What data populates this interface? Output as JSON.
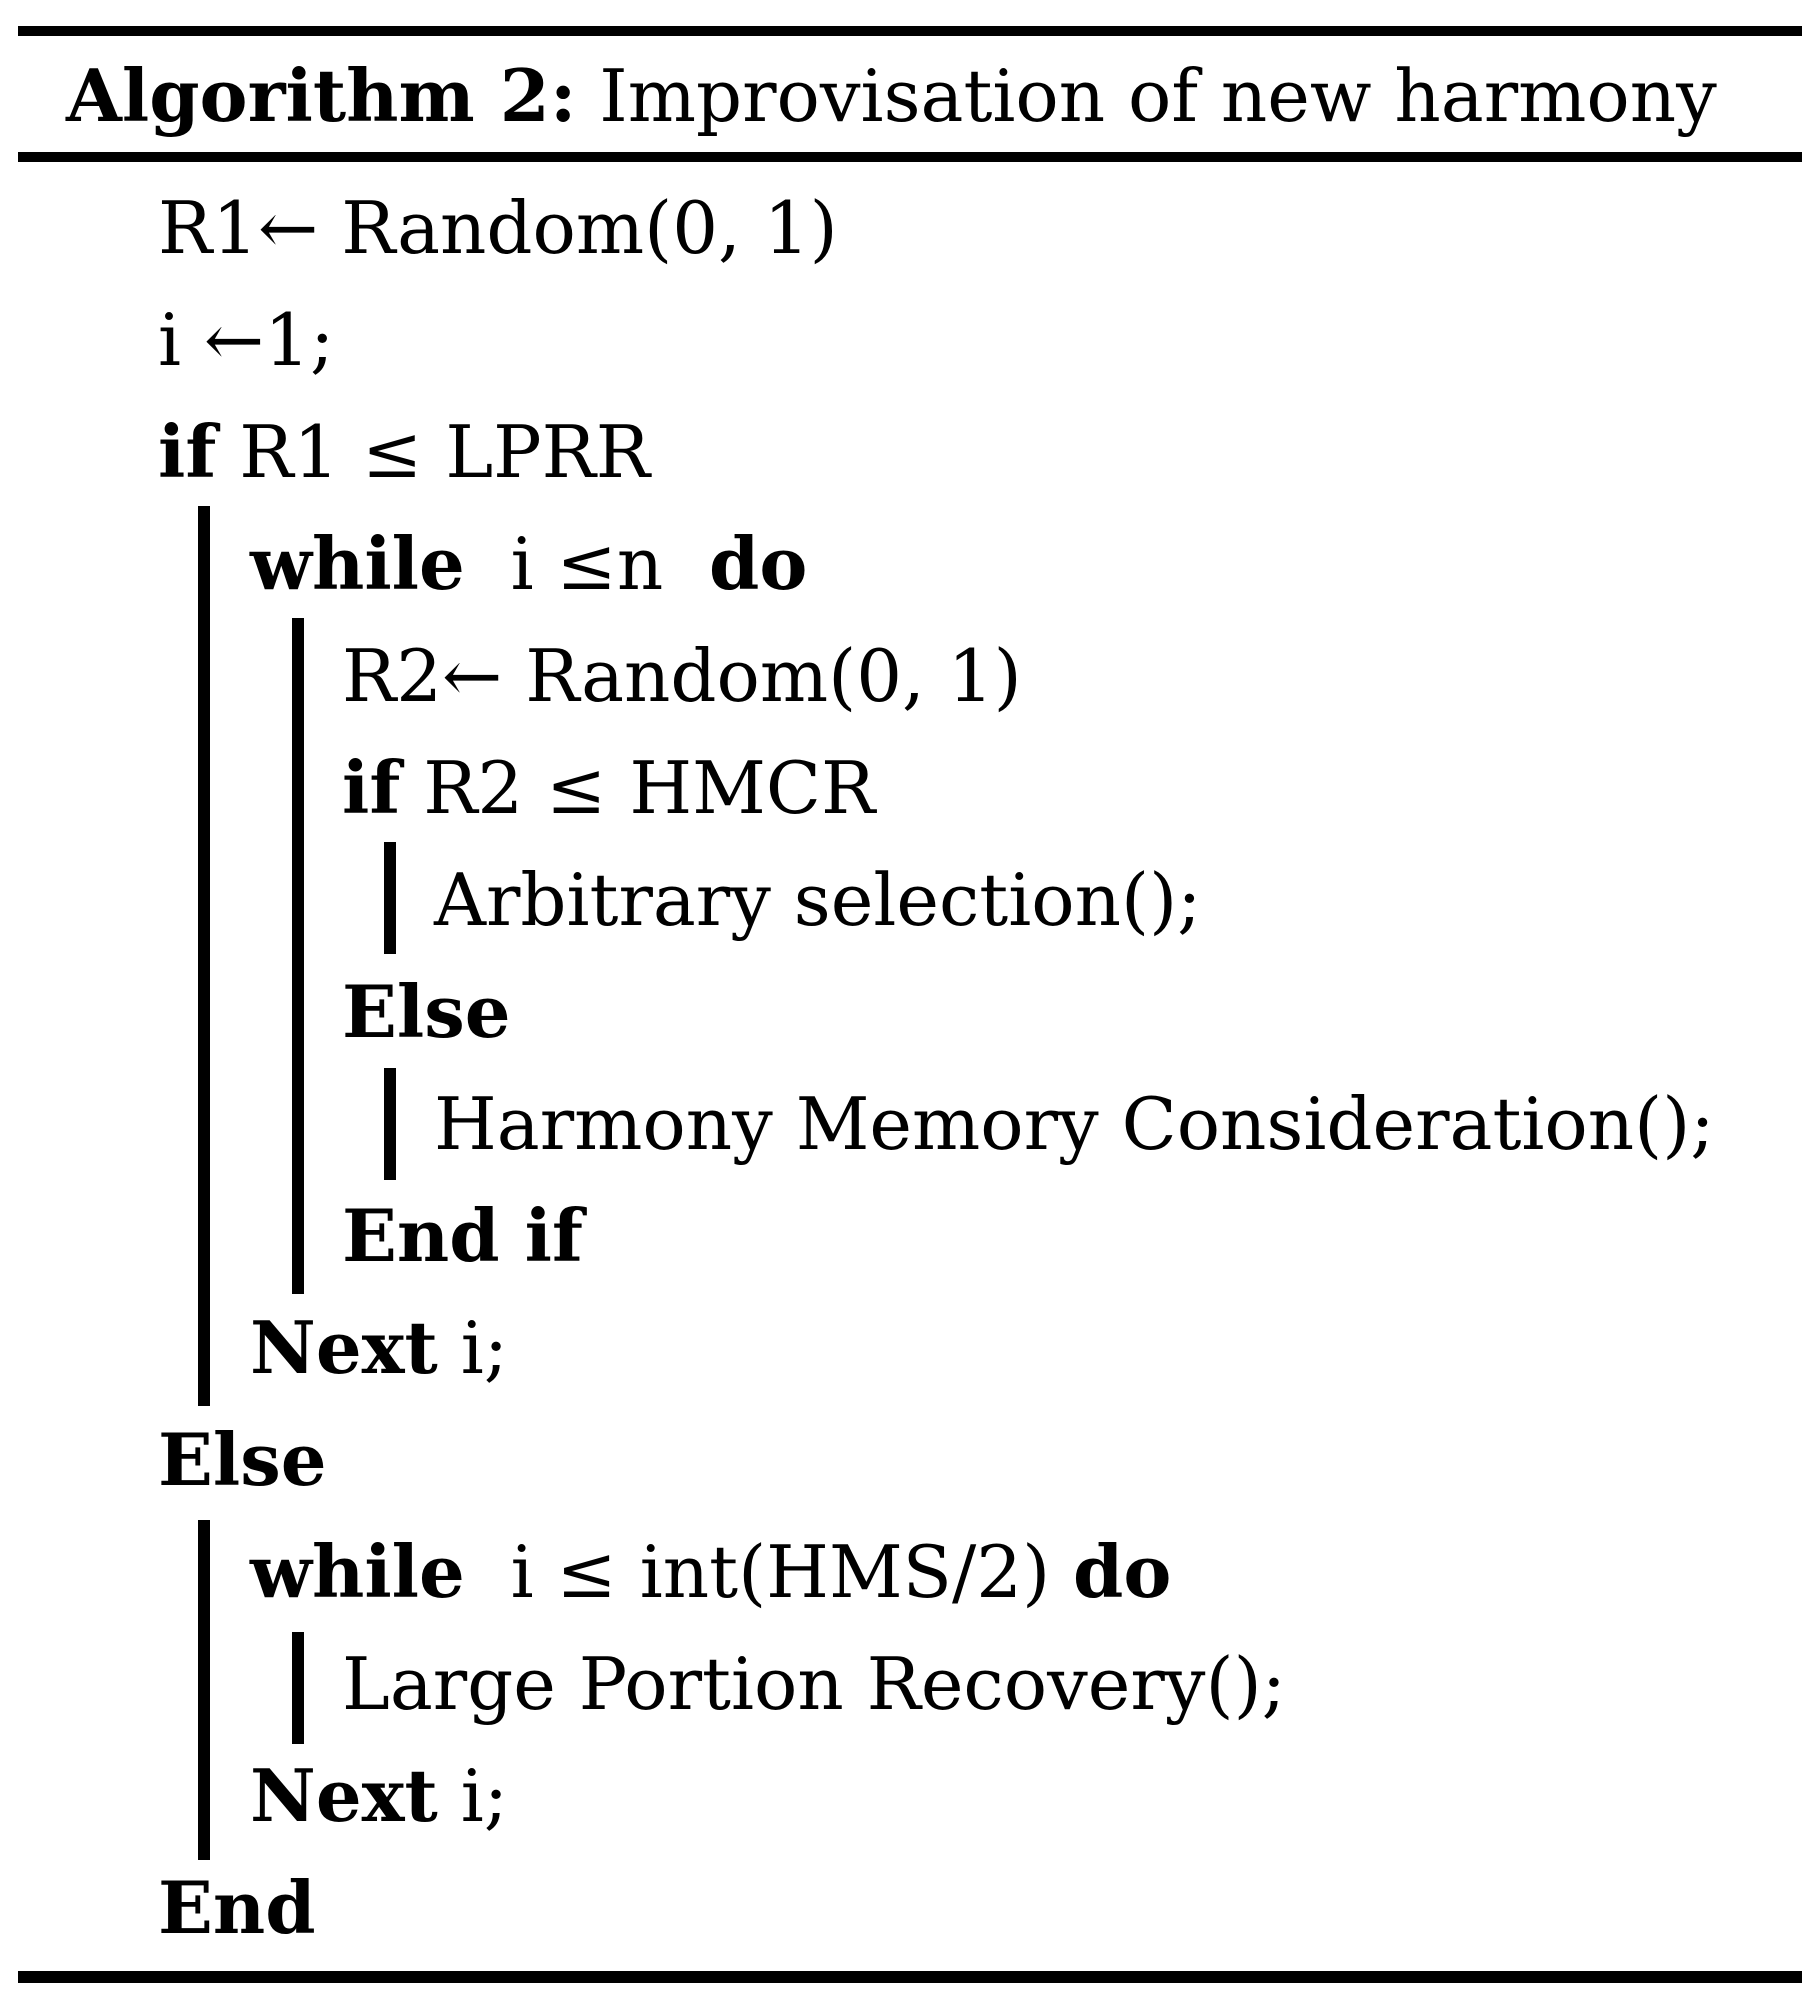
{
  "algorithm": {
    "label": "Algorithm 2:",
    "title": "Improvisation of new harmony"
  },
  "lines": [
    {
      "id": "l1",
      "kw": "",
      "text": "R1← Random(0, 1)",
      "kw_after": ""
    },
    {
      "id": "l2",
      "kw": "",
      "text": "i ←1;",
      "kw_after": ""
    },
    {
      "id": "l3",
      "kw": "if",
      "text": " R1 ≤ LPRR",
      "kw_after": ""
    },
    {
      "id": "l4",
      "kw": "while",
      "text": "  i ≤n  ",
      "kw_after": "do"
    },
    {
      "id": "l5",
      "kw": "",
      "text": "R2← Random(0, 1)",
      "kw_after": ""
    },
    {
      "id": "l6",
      "kw": "if",
      "text": " R2 ≤ HMCR",
      "kw_after": ""
    },
    {
      "id": "l7",
      "kw": "",
      "text": "Arbitrary selection();",
      "kw_after": ""
    },
    {
      "id": "l8",
      "kw": "Else",
      "text": "",
      "kw_after": ""
    },
    {
      "id": "l9",
      "kw": "",
      "text": "Harmony Memory Consideration();",
      "kw_after": ""
    },
    {
      "id": "l10",
      "kw": "End if",
      "text": "",
      "kw_after": ""
    },
    {
      "id": "l11",
      "kw": "Next",
      "text": " i;",
      "kw_after": ""
    },
    {
      "id": "l12",
      "kw": "Else",
      "text": "",
      "kw_after": ""
    },
    {
      "id": "l13",
      "kw": "while",
      "text": "  i ≤ int(HMS/2) ",
      "kw_after": "do"
    },
    {
      "id": "l14",
      "kw": "",
      "text": "Large Portion Recovery();",
      "kw_after": ""
    },
    {
      "id": "l15",
      "kw": "Next",
      "text": " i;",
      "kw_after": ""
    },
    {
      "id": "l16",
      "kw": "End",
      "text": "",
      "kw_after": ""
    }
  ]
}
